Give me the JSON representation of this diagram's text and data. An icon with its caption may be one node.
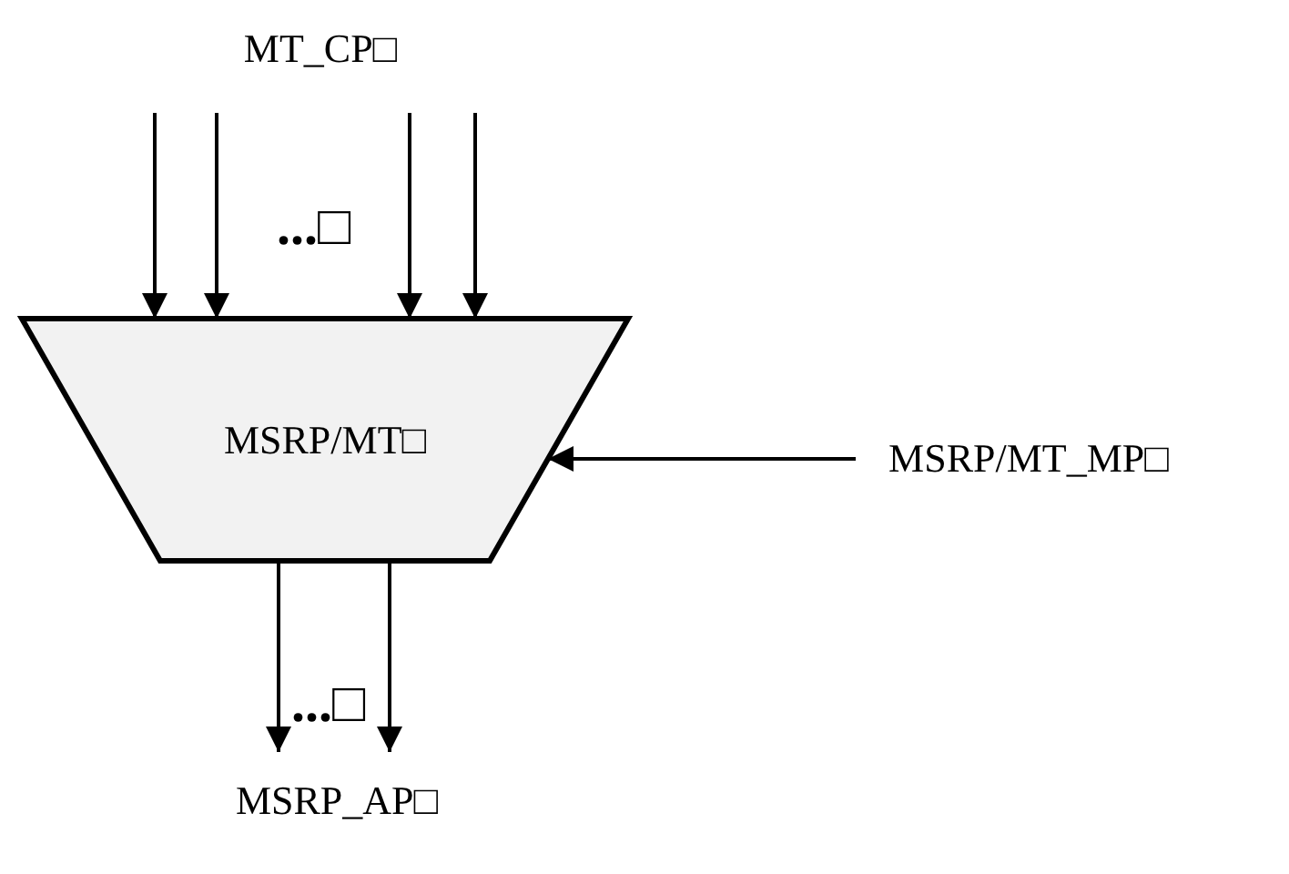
{
  "diagram": {
    "nodes": [
      {
        "text": [
          "MT_CP□"
        ]
      },
      {
        "text": [
          "MSRP/MT□"
        ]
      },
      {
        "text": [
          "MSRP/MT_MP□"
        ]
      },
      {
        "text": [
          "MSRP_AP□"
        ]
      }
    ],
    "edges": [
      {
        "from": 0,
        "to": 1,
        "arrow": "to"
      },
      {
        "from": 0,
        "to": 1,
        "arrow": "to"
      },
      {
        "from": 0,
        "to": 1,
        "arrow": "to"
      },
      {
        "from": 0,
        "to": 1,
        "arrow": "to"
      },
      {
        "from": 2,
        "to": 1,
        "arrow": "to"
      },
      {
        "from": 1,
        "to": 3,
        "arrow": "to"
      },
      {
        "from": 1,
        "to": 3,
        "arrow": "to"
      }
    ],
    "labels": [
      "...□",
      "...□"
    ]
  }
}
